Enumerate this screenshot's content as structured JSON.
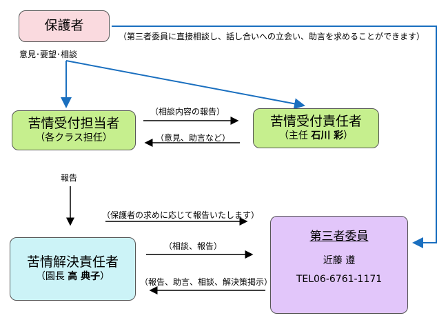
{
  "boxes": {
    "guardian": {
      "title": "保護者"
    },
    "reception": {
      "title": "苦情受付担当者",
      "sub": "（各クラス担任）"
    },
    "responsible": {
      "title": "苦情受付責任者",
      "sub_prefix": "（主任",
      "sub_name": "石川 彩",
      "sub_suffix": "）"
    },
    "resolver": {
      "title": "苦情解決責任者",
      "sub_prefix": "（園長",
      "sub_name": "高 典子",
      "sub_suffix": "）"
    },
    "third_party": {
      "title": "第三者委員",
      "name": "近藤 遵",
      "tel": "TEL06-6761-1171"
    }
  },
  "labels": {
    "third_party_note": "（第三者委員に直接相談し、話し合いへの立会い、助言を求めることができます）",
    "opinions": "意見･要望･相談",
    "report_vertical": "報告",
    "consult_report": "（相談内容の報告）",
    "advice": "（意見、助言など）",
    "on_request": "（保護者の求めに応じて報告いたします）",
    "consult_and_report": "（相談、報告）",
    "feedback": "（報告、助言、相談、解決策掲示）"
  },
  "colors": {
    "guardian_fill": "#fadadf",
    "reception_fill": "#c6ef8e",
    "resolver_fill": "#ccf3f7",
    "third_party_fill": "#e2c6fa",
    "blue_arrow": "#1a6fbf"
  }
}
